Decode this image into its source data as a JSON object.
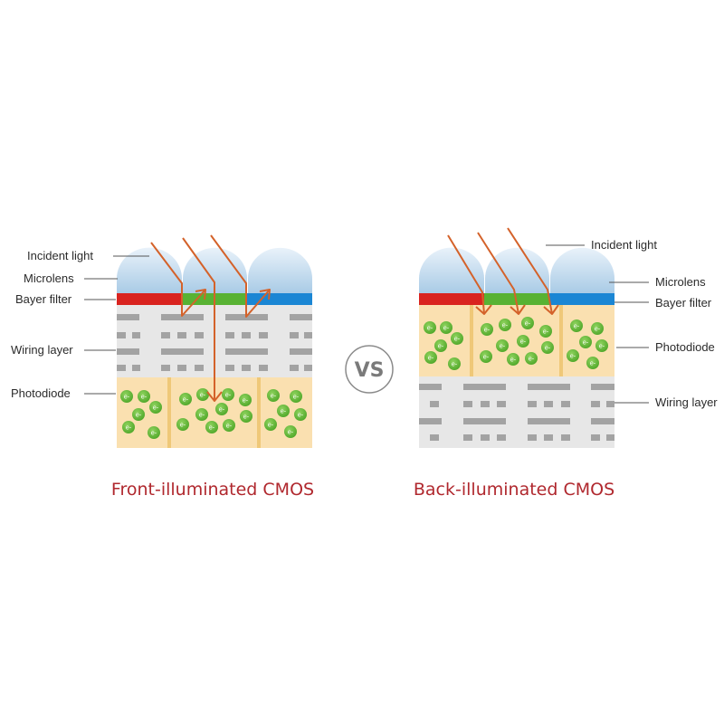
{
  "front": {
    "title": "Front-illuminated CMOS",
    "labels": {
      "incident_light": "Incident light",
      "microlens": "Microlens",
      "bayer_filter": "Bayer filter",
      "wiring_layer": "Wiring layer",
      "photodiode": "Photodiode"
    }
  },
  "back": {
    "title": "Back-illuminated CMOS",
    "labels": {
      "incident_light": "Incident light",
      "microlens": "Microlens",
      "bayer_filter": "Bayer filter",
      "photodiode": "Photodiode",
      "wiring_layer": "Wiring layer"
    }
  },
  "vs_label": "VS",
  "electron_label": "e-",
  "colors": {
    "red_filter": "#d9231f",
    "green_filter": "#58b233",
    "blue_filter": "#1a86d4",
    "photodiode": "#fae0b0",
    "divider": "#efc878",
    "wiring_bg": "#e7e7e7",
    "wire": "#a3a3a3",
    "light_ray": "#d4622a",
    "electron": "#5bb432",
    "title": "#b0282e"
  }
}
